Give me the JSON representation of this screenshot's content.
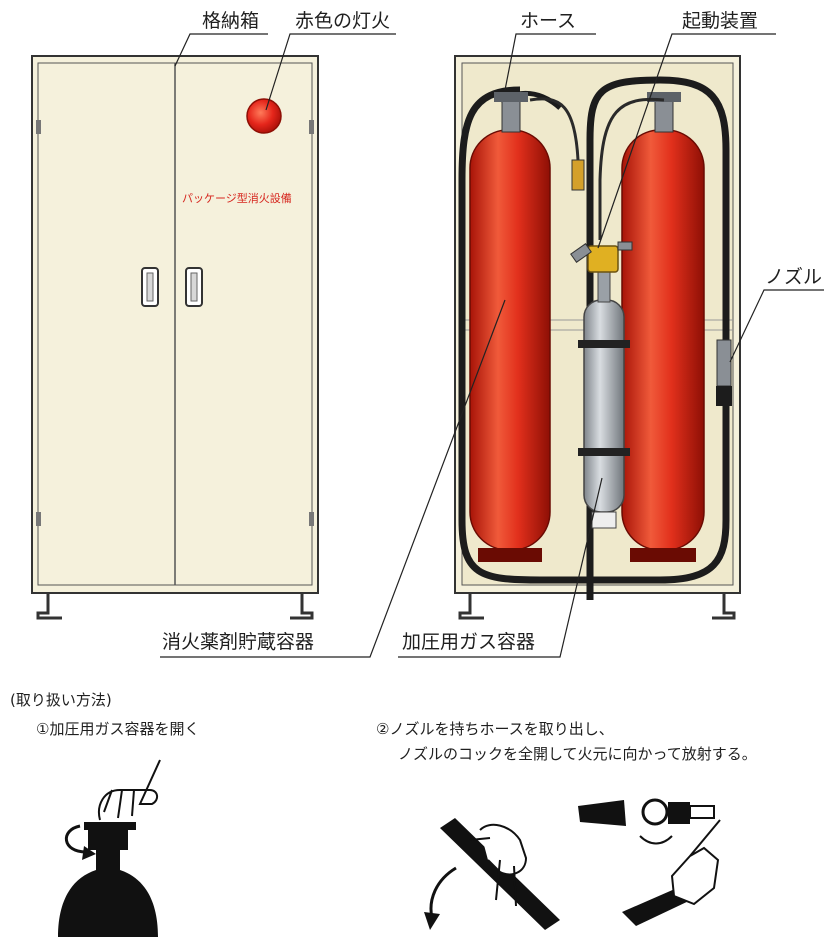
{
  "labels": {
    "cabinet": "格納箱",
    "red_lamp": "赤色の灯火",
    "hose": "ホース",
    "actuator": "起動装置",
    "nozzle": "ノズル",
    "agent_container": "消火薬剤貯蔵容器",
    "gas_container": "加圧用ガス容器"
  },
  "door_text": "パッケージ型消火設備",
  "instructions": {
    "heading": "(取り扱い方法)",
    "step1": "①加圧用ガス容器を開く",
    "step2_line1": "②ノズルを持ちホースを取り出し、",
    "step2_line2": "ノズルのコックを全開して火元に向かって放射する。"
  },
  "colors": {
    "cabinet_fill": "#f5f1dc",
    "cylinder_red": "#e8321e",
    "lamp_red": "#e5261b",
    "gas_cylinder": "#b9bdc2",
    "valve_yellow": "#e0b022",
    "line": "#333333"
  }
}
